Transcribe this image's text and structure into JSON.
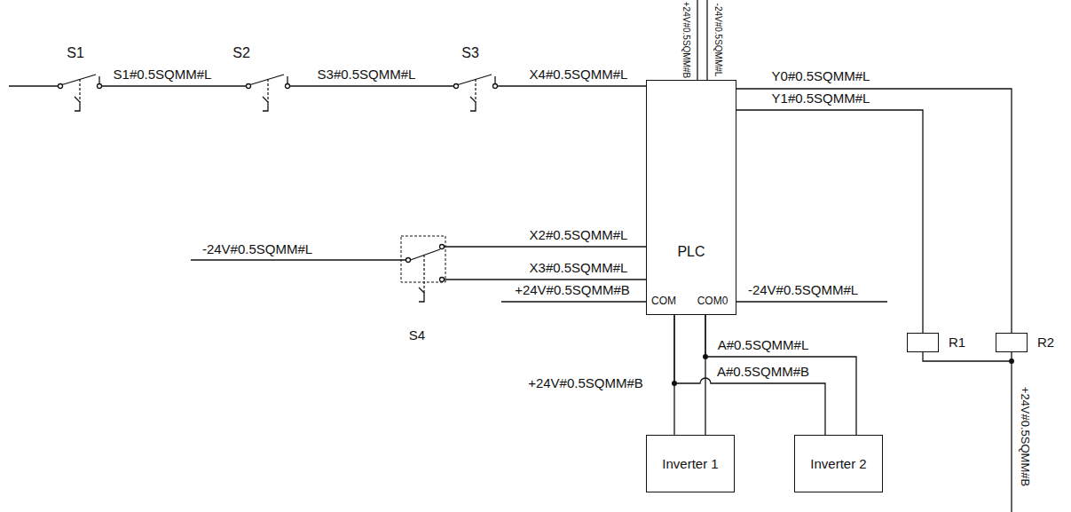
{
  "diagram": {
    "nodes": [
      {
        "text": [
          "PLC"
        ]
      },
      {
        "text": [
          "R1"
        ]
      },
      {
        "text": [
          "R2"
        ]
      },
      {
        "text": [
          "Inverter 1"
        ]
      },
      {
        "text": [
          "Inverter 2"
        ]
      }
    ],
    "edges": [
      {
        "from": 0,
        "to": 2,
        "arrow": "none",
        "label": "Y0#0.5SQMM#L"
      },
      {
        "from": 0,
        "to": 1,
        "arrow": "none",
        "label": "Y1#0.5SQMM#L"
      },
      {
        "from": 0,
        "to": 3,
        "arrow": "none"
      },
      {
        "from": 0,
        "to": 3,
        "arrow": "none"
      },
      {
        "from": 0,
        "to": 4,
        "arrow": "none",
        "label": "A#0.5SQMM#L"
      },
      {
        "from": 0,
        "to": 4,
        "arrow": "none",
        "label": "A#0.5SQMM#B"
      },
      {
        "from": 1,
        "to": 2,
        "arrow": "none"
      }
    ],
    "labels": [
      "S1",
      "S1#0.5SQMM#L",
      "S2",
      "S3#0.5SQMM#L",
      "S3",
      "X4#0.5SQMM#L",
      "+24V#0.5SQMM#B",
      "-24V#0.5SQMM#L",
      "X2#0.5SQMM#L",
      "-24V#0.5SQMM#L",
      "X3#0.5SQMM#L",
      "+24V#0.5SQMM#B",
      "COM",
      "COM0",
      "-24V#0.5SQMM#L",
      "S4",
      "+24V#0.5SQMM#B",
      "+24V#0.5SQMM#B"
    ]
  }
}
